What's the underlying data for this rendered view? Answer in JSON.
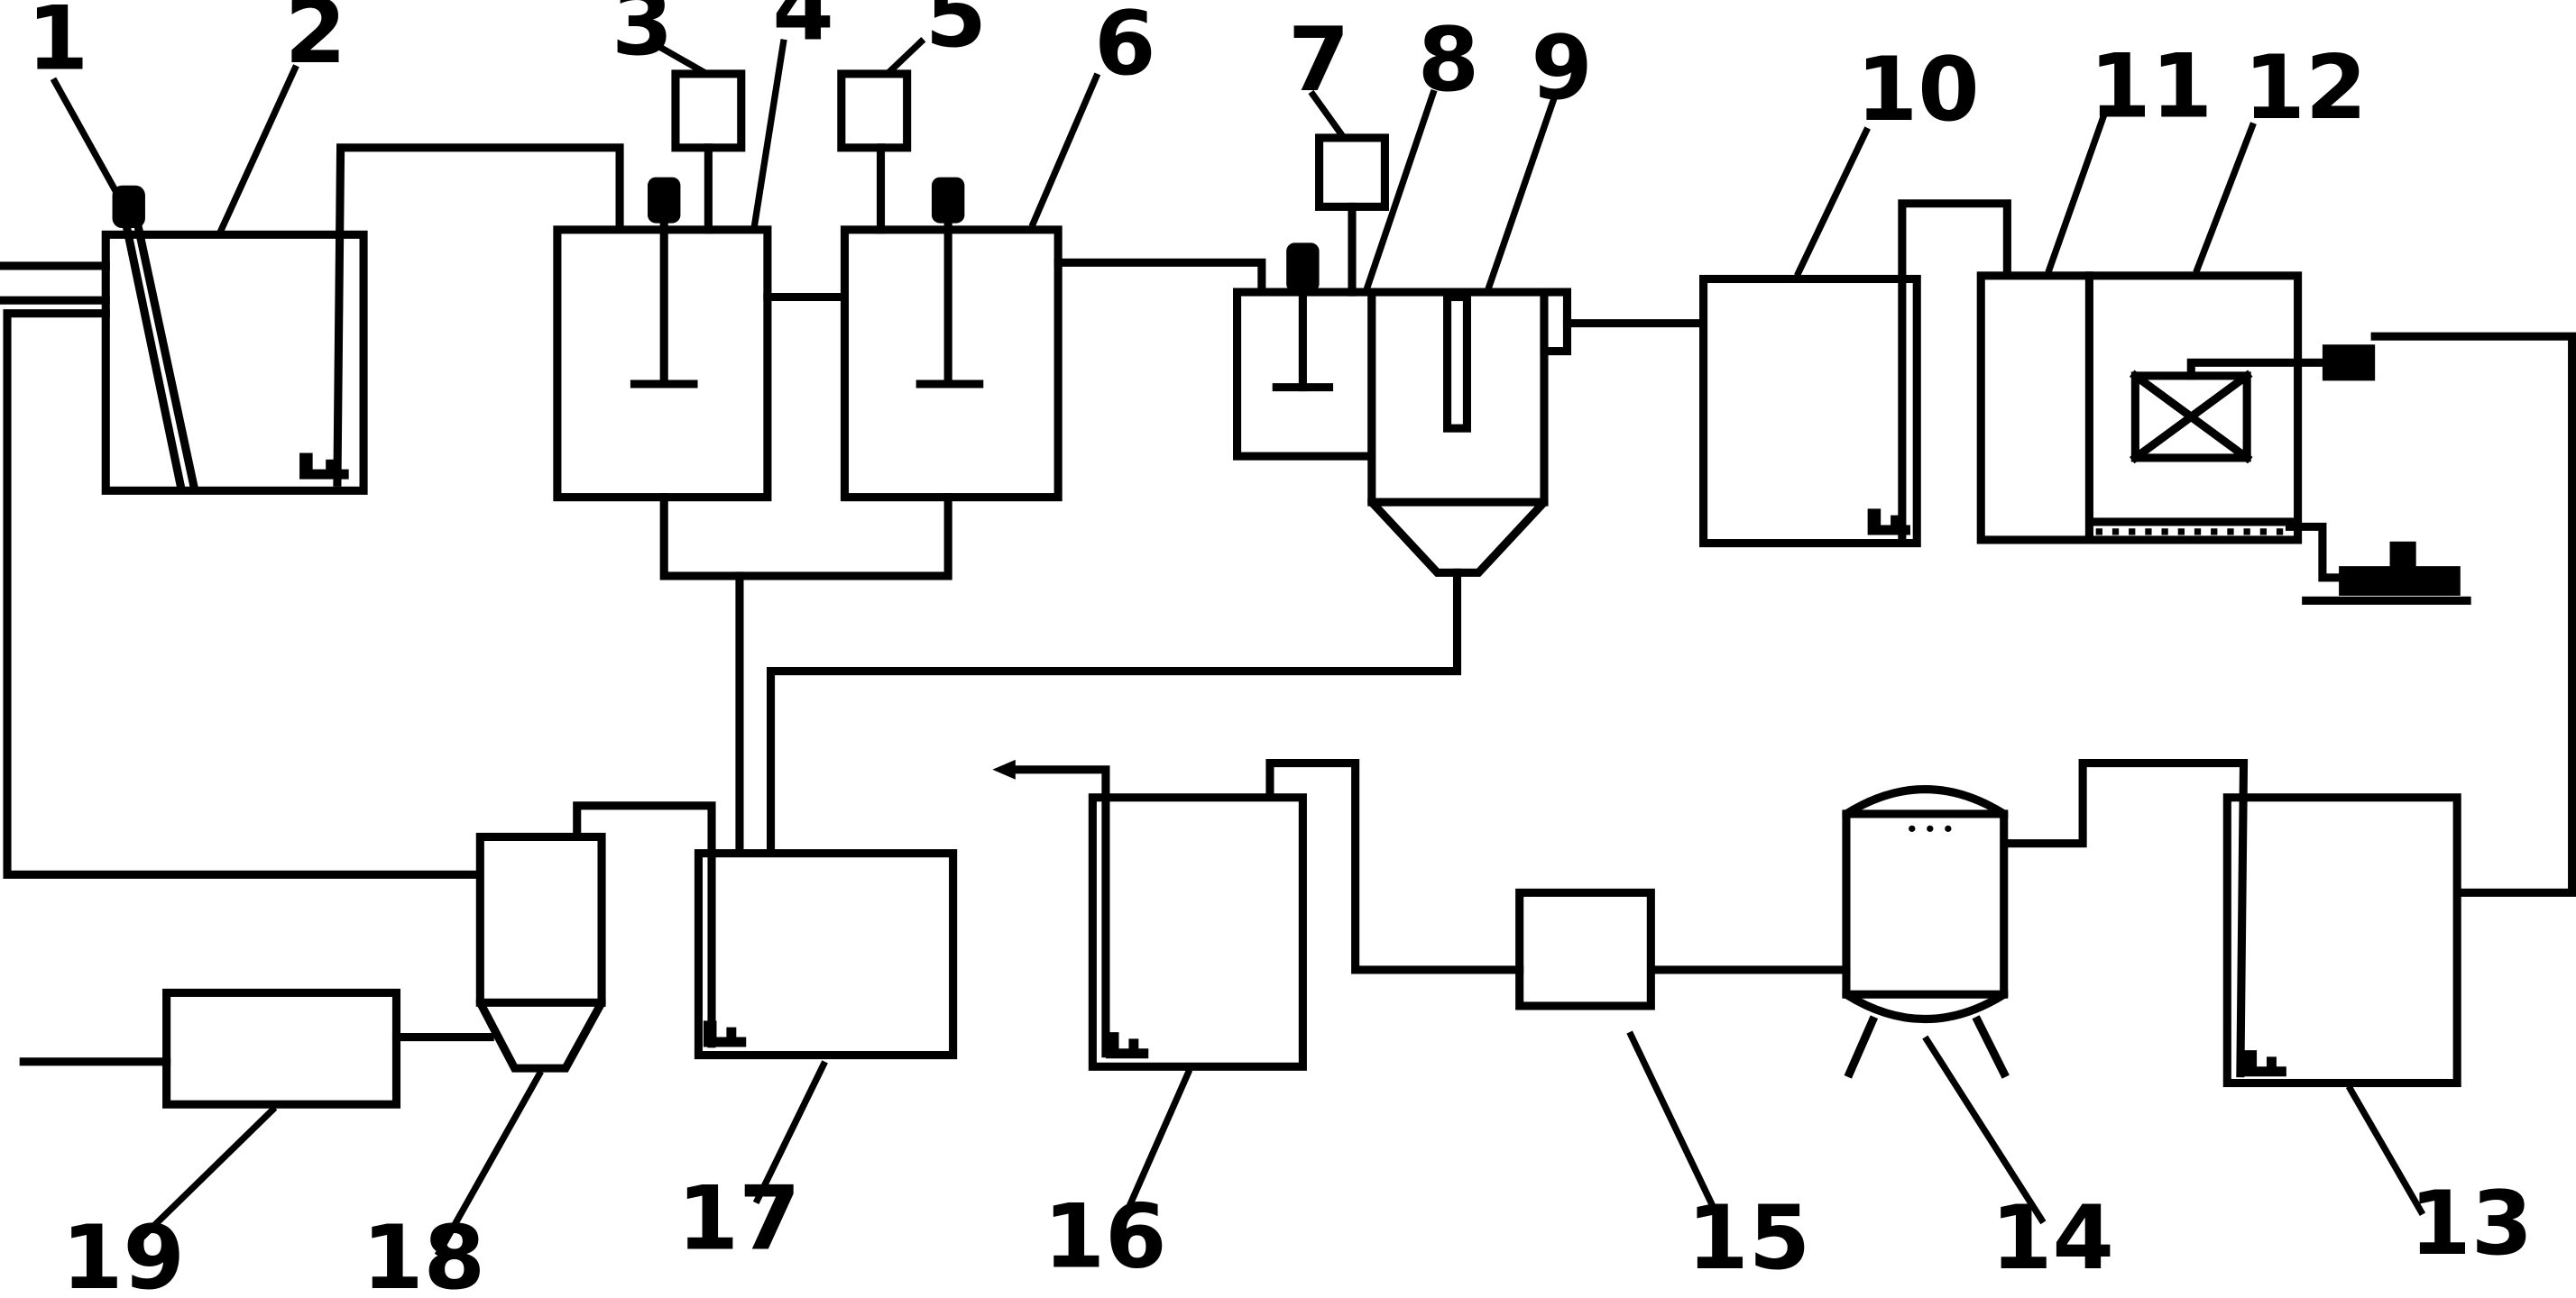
{
  "component_labels": [
    "1",
    "2",
    "3",
    "4",
    "5",
    "6",
    "7",
    "8",
    "9",
    "10",
    "11",
    "12",
    "13",
    "14",
    "15",
    "16",
    "17",
    "18",
    "19"
  ]
}
